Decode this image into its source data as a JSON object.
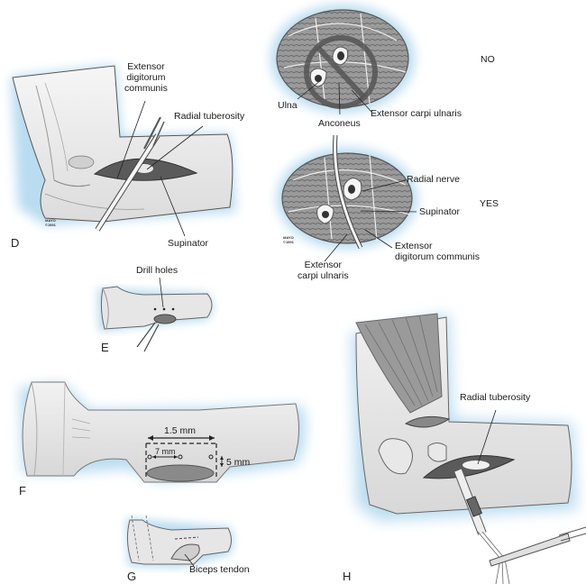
{
  "figure": {
    "panels": {
      "D": {
        "letter": "D",
        "labels": {
          "extensor_digitorum": [
            "Extensor",
            "digitorum",
            "communis"
          ],
          "radial_tuberosity": "Radial tuberosity",
          "supinator": "Supinator"
        },
        "signature": [
          "MAYO",
          "©1991"
        ]
      },
      "no": {
        "verdict": "NO",
        "labels": {
          "ulna": "Ulna",
          "anconeus": "Anconeus",
          "extensor_carpi_ulnaris": "Extensor carpi ulnaris"
        }
      },
      "yes": {
        "verdict": "YES",
        "labels": {
          "radial_nerve": "Radial nerve",
          "supinator": "Supinator",
          "extensor_digitorum": [
            "Extensor",
            "digitorum communis"
          ],
          "extensor_carpi_ulnaris": [
            "Extensor",
            "carpi ulnaris"
          ]
        },
        "signature": [
          "MAYO",
          "©1991"
        ]
      },
      "E": {
        "letter": "E",
        "labels": {
          "drill_holes": "Drill holes"
        }
      },
      "F": {
        "letter": "F",
        "labels": {
          "width": "1.5 mm",
          "spacing": "7 mm",
          "depth": "5 mm"
        }
      },
      "G": {
        "letter": "G",
        "labels": {
          "biceps_tendon": "Biceps tendon"
        }
      },
      "H": {
        "letter": "H",
        "labels": {
          "radial_tuberosity": "Radial tuberosity"
        }
      }
    },
    "colors": {
      "glow": "#b9dcf0",
      "skin": "#ececec",
      "outline": "#4a4a4a",
      "muscle": "#8a8a8a",
      "bone": "#f4f4f4",
      "text": "#1a1a1a"
    }
  }
}
